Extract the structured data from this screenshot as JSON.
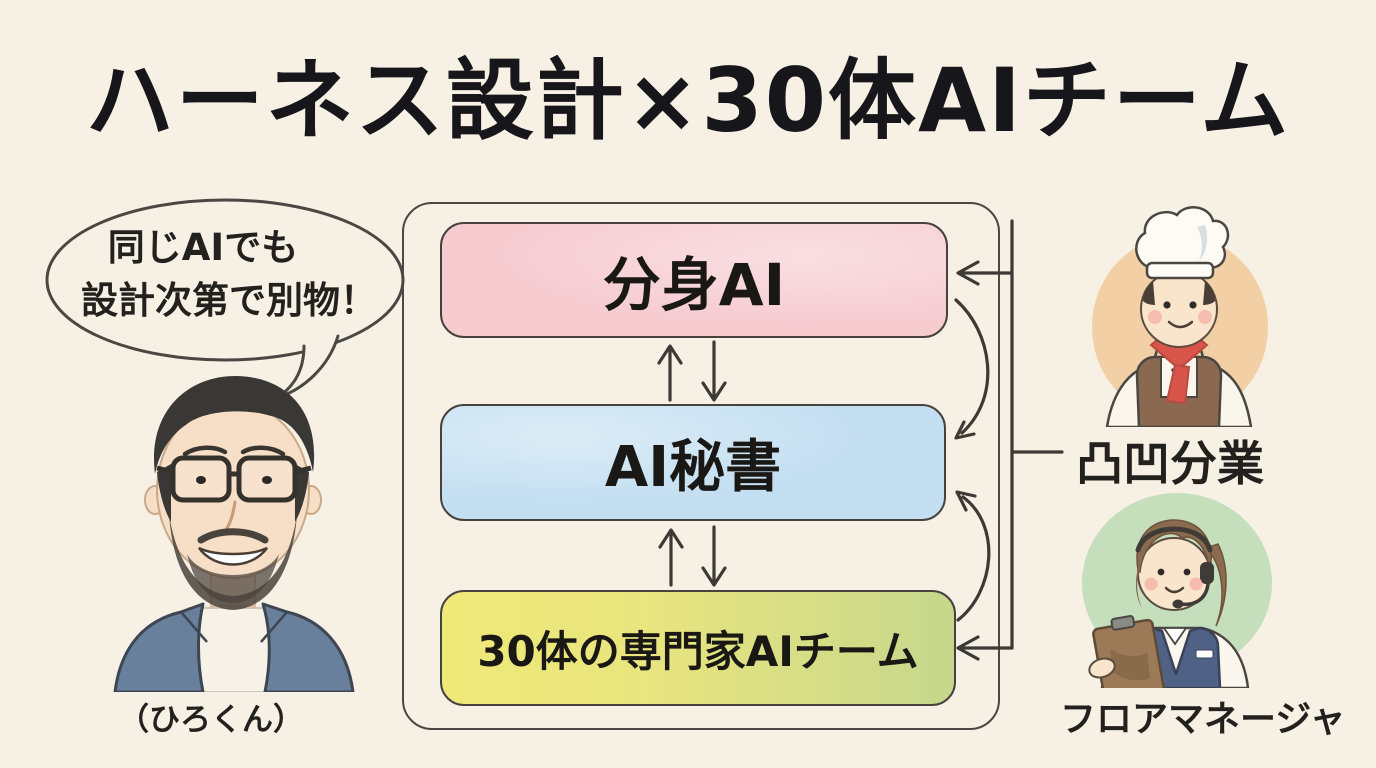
{
  "title": "ハーネス設計×30体AIチーム",
  "speech_bubble": {
    "line1": "同じAIでも",
    "line2": "設計次第で別物！"
  },
  "person_caption": "（ひろくん）",
  "diagram": {
    "boxes": [
      {
        "label": "分身AI",
        "color": "#f6ccd1"
      },
      {
        "label": "AI秘書",
        "color": "#c4dff1"
      },
      {
        "label": "30体の専門家AIチーム",
        "color": "#e9e57f"
      }
    ],
    "connections": [
      "分身AI ⇅ AI秘書",
      "AI秘書 ⇅ 30体の専門家AIチーム",
      "凸凹分業 → 分身AI",
      "凸凹分業 → 30体の専門家AIチーム",
      "分身AI ⟳ AI秘書 ⟳ 30体の専門家AIチーム"
    ]
  },
  "right_side": {
    "division_label": "凸凹分業",
    "floor_manager_label": "フロアマネージャ"
  },
  "colors": {
    "background": "#f6f0e5",
    "ink": "#3d3a35",
    "box_pink": "#f6ccd1",
    "box_blue": "#c4dff1",
    "box_yellow_green": "#e9e57f",
    "chef_blob_orange": "#f2c795",
    "manager_blob_green": "#b9d9b1",
    "scarf_red": "#d9544a",
    "apron_brown": "#8a6950",
    "vest_navy": "#4f6285",
    "blazer_navy": "#68809b",
    "hair_dark": "#3a3835",
    "hair_brown": "#8a6b4e",
    "skin": "#f6dfc6"
  }
}
